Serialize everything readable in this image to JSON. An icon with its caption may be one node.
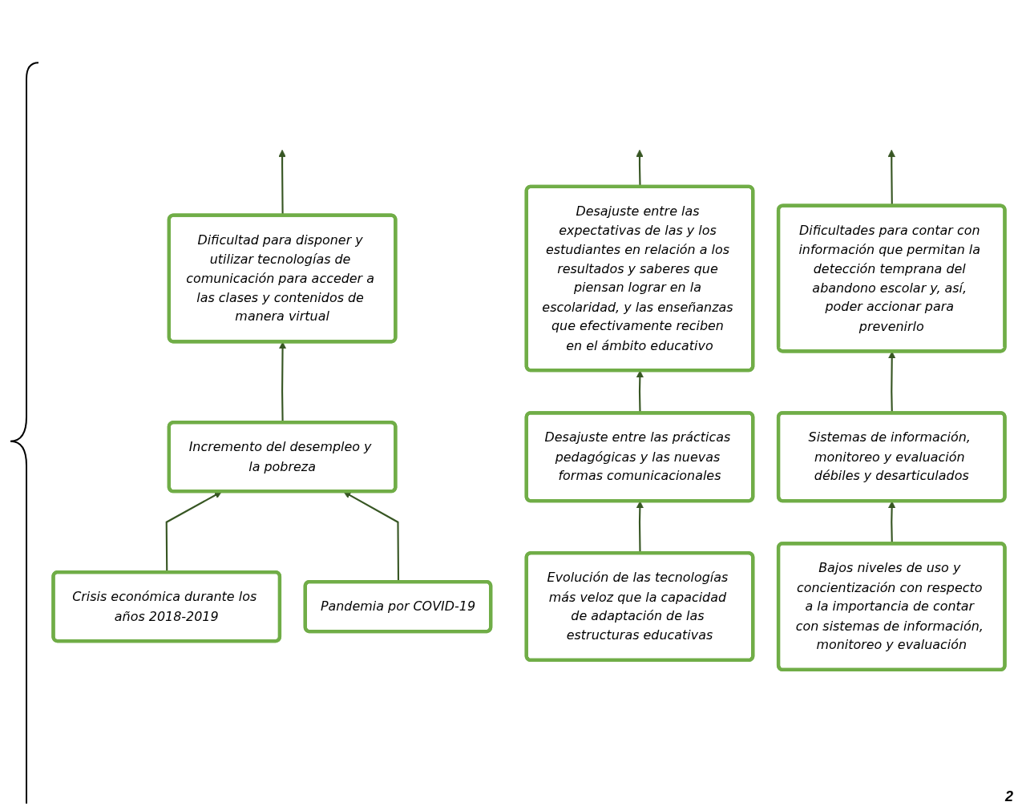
{
  "diagram": {
    "nodes": [
      {
        "text": [
          "Dificultad para disponer y utilizar tecnologías de comunicación para acceder a las clases y contenidos de manera virtual"
        ]
      },
      {
        "text": [
          "Desajuste entre las expectativas de las y los estudiantes en relación a los resultados y saberes que piensan lograr en la escolaridad, y las enseñanzas que efectivamente reciben en el ámbito educativo"
        ]
      },
      {
        "text": [
          "Dificultades para contar con información que permitan la detección temprana del abandono escolar y, así, poder accionar para prevenirlo"
        ]
      },
      {
        "text": [
          "Incremento del desempleo y la pobreza"
        ]
      },
      {
        "text": [
          "Desajuste entre las prácticas pedagógicas y las nuevas formas comunicacionales"
        ]
      },
      {
        "text": [
          "Sistemas de información, monitoreo y evaluación débiles y desarticulados"
        ]
      },
      {
        "text": [
          "Crisis económica durante los años 2018-2019"
        ]
      },
      {
        "text": [
          "Pandemia por COVID-19"
        ]
      },
      {
        "text": [
          "Evolución de las tecnologías más veloz que la capacidad de adaptación de las estructuras educativas"
        ]
      },
      {
        "text": [
          "Bajos niveles de uso y concientización con respecto a la importancia de contar con sistemas de información, monitoreo y evaluación"
        ]
      }
    ],
    "edges": [
      {
        "from": 0,
        "to": null,
        "arrow": "to"
      },
      {
        "from": 1,
        "to": null,
        "arrow": "to"
      },
      {
        "from": 2,
        "to": null,
        "arrow": "to"
      },
      {
        "from": 3,
        "to": 0,
        "arrow": "to"
      },
      {
        "from": 4,
        "to": 1,
        "arrow": "to"
      },
      {
        "from": 5,
        "to": 2,
        "arrow": "to"
      },
      {
        "from": 6,
        "to": 3,
        "arrow": "to"
      },
      {
        "from": 7,
        "to": 3,
        "arrow": "to"
      },
      {
        "from": 8,
        "to": 4,
        "arrow": "to"
      },
      {
        "from": 9,
        "to": 5,
        "arrow": "to"
      }
    ],
    "labels": [
      "2"
    ]
  }
}
